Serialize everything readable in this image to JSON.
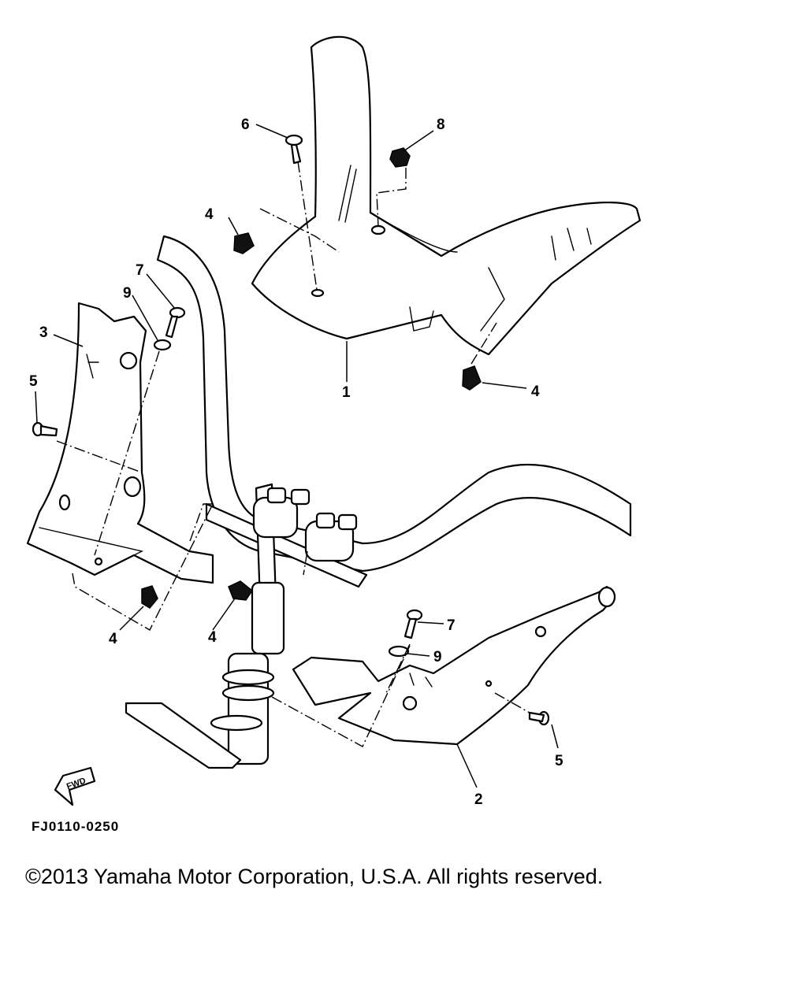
{
  "diagram": {
    "callouts": {
      "c1": "1",
      "c2": "2",
      "c3": "3",
      "c4a": "4",
      "c4b": "4",
      "c4c": "4",
      "c4d": "4",
      "c5a": "5",
      "c5b": "5",
      "c6": "6",
      "c7a": "7",
      "c7b": "7",
      "c8": "8",
      "c9a": "9",
      "c9b": "9"
    },
    "fwd_label": "FWD",
    "drawing_code": "FJ0110-0250"
  },
  "footer": {
    "copyright": "©2013 Yamaha Motor Corporation, U.S.A. All rights reserved."
  }
}
